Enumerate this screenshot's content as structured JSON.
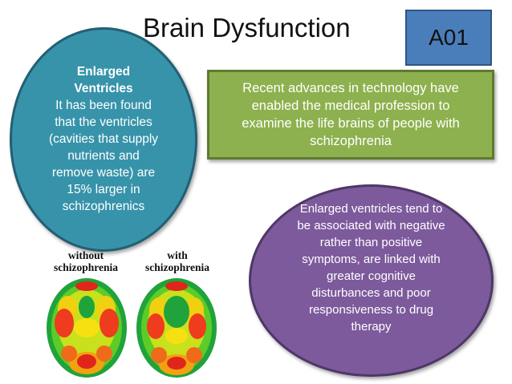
{
  "slide": {
    "title": "Brain Dysfunction",
    "code": "A01",
    "left_circle": {
      "heading_line1": "Enlarged",
      "heading_line2": "Ventricles",
      "lines": [
        "It has been found",
        "that the ventricles",
        "(cavities that supply",
        "nutrients and",
        "remove waste) are",
        "15% larger in",
        "schizophrenics"
      ]
    },
    "green_box": {
      "lines": [
        "Recent advances in technology have",
        "enabled the medical profession to",
        "examine the life brains of people with",
        "schizophrenia"
      ]
    },
    "purple_circle": {
      "lines": [
        "Enlarged ventricles tend to",
        "be associated with negative",
        "rather than positive",
        "symptoms, are linked with",
        "greater cognitive",
        "disturbances and poor",
        "responsiveness to drug",
        "therapy"
      ]
    },
    "figure": {
      "label_left_line1": "without",
      "label_left_line2": "schizophrenia",
      "label_right_line1": "with",
      "label_right_line2": "schizophrenia"
    }
  },
  "colors": {
    "code_box": "#4a7ebb",
    "left_circle": "#3793aa",
    "green_box": "#8db14e",
    "purple_circle": "#7d5a9c"
  }
}
